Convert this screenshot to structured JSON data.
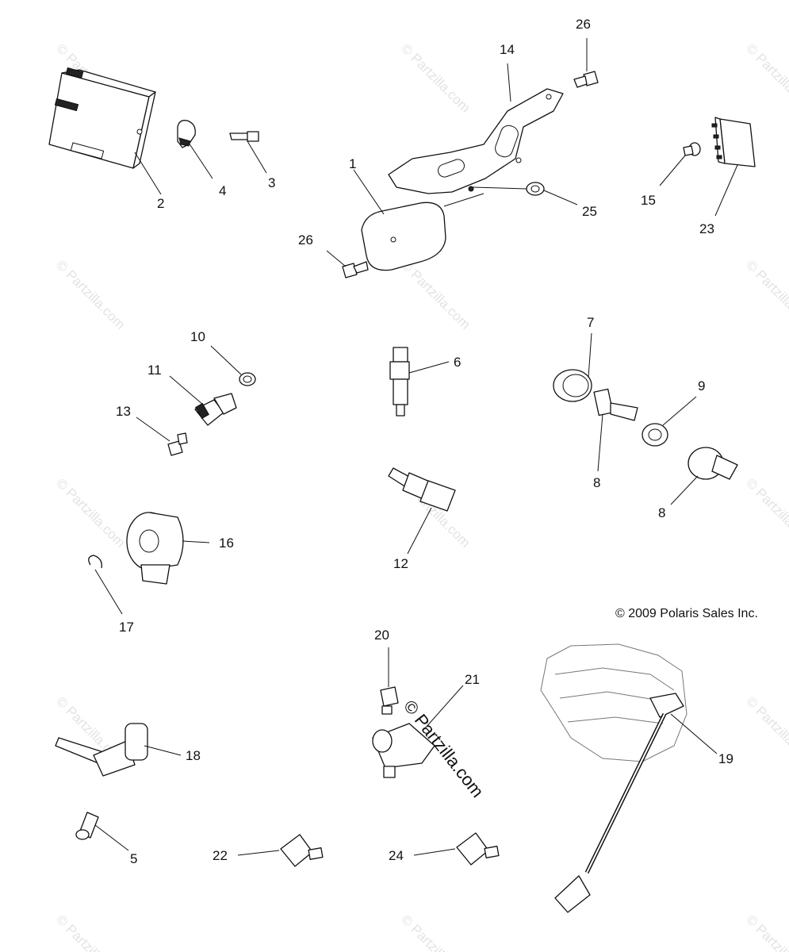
{
  "diagram": {
    "copyright": "© 2009 Polaris Sales Inc.",
    "watermark_main": "© Partzilla.com",
    "watermark_faint": "© Partzilla.com",
    "callouts": {
      "c1": "1",
      "c2": "2",
      "c3": "3",
      "c4": "4",
      "c5": "5",
      "c6": "6",
      "c7": "7",
      "c8a": "8",
      "c8b": "8",
      "c9": "9",
      "c10": "10",
      "c11": "11",
      "c12": "12",
      "c13": "13",
      "c14": "14",
      "c15": "15",
      "c16": "16",
      "c17": "17",
      "c18": "18",
      "c19": "19",
      "c20": "20",
      "c21": "21",
      "c22": "22",
      "c23": "23",
      "c24": "24",
      "c25": "25",
      "c26a": "26",
      "c26b": "26"
    }
  }
}
